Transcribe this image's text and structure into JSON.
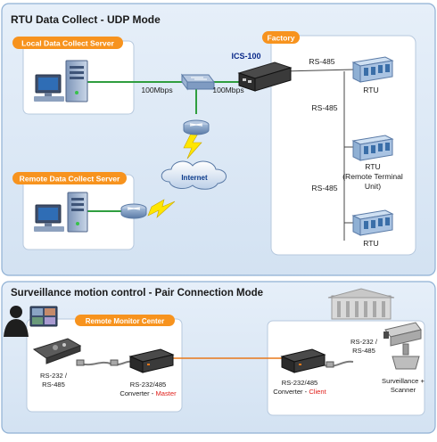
{
  "section1": {
    "title": "RTU Data Collect - UDP Mode",
    "local_server_label": "Local Data Collect Server",
    "remote_server_label": "Remote Data Collect Server",
    "factory_label": "Factory",
    "device_name": "ICS-100",
    "internet_label": "Internet",
    "link_speed_left": "100Mbps",
    "link_speed_right": "100Mbps",
    "bus_label_1": "RS-485",
    "bus_label_2": "RS-485",
    "bus_label_3": "RS-485",
    "rtu_1": "RTU",
    "rtu_2_line1": "RTU",
    "rtu_2_line2": "(Remote Terminal",
    "rtu_2_line3": "Unit)",
    "rtu_3": "RTU"
  },
  "section2": {
    "title": "Surveillance motion control - Pair Connection Mode",
    "remote_center_label": "Remote Monitor Center",
    "serial_left_line1": "RS-232 /",
    "serial_left_line2": "RS-485",
    "converter_master_line1": "RS-232/485",
    "converter_master_line2a": "Converter - ",
    "converter_master_line2b": "Master",
    "converter_client_line1": "RS-232/485",
    "converter_client_line2a": "Converter - ",
    "converter_client_line2b": "Client",
    "serial_right_line1": "RS-232 /",
    "serial_right_line2": "RS-485",
    "scanner_line1": "Surveillance +",
    "scanner_line2": "Scanner"
  },
  "colors": {
    "panel_fill": "#dbe8f5",
    "panel_stroke": "#8fb0d4",
    "orange_badge": "#f7931e",
    "green_link": "#2f9e3f",
    "fiber_orange": "#e8791a",
    "title_blue": "#0b2a8a",
    "accent_red": "#e0201b"
  }
}
